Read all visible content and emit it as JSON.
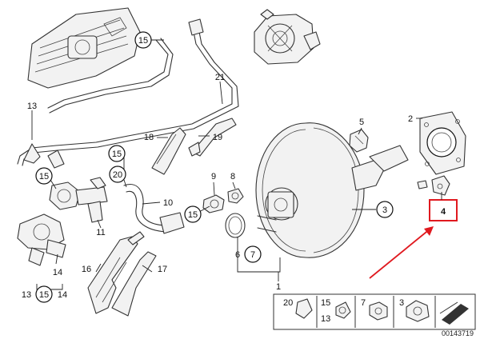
{
  "callouts": {
    "c1": "1",
    "c2": "2",
    "c3": "3",
    "c4": "4",
    "c5": "5",
    "c6": "6",
    "c7": "7",
    "c8": "8",
    "c9": "9",
    "c10": "10",
    "c11": "11",
    "c13a": "13",
    "c14": "14",
    "c15a": "15",
    "c15b": "15",
    "c15c": "15",
    "c15d": "15",
    "c16": "16",
    "c17": "17",
    "c18": "18",
    "c19": "19",
    "c20": "20",
    "c21": "21",
    "c13b": "13",
    "c14b": "14",
    "c15e": "15"
  },
  "legend": {
    "n20": "20",
    "n15": "15",
    "n13": "13",
    "n7": "7",
    "n3": "3"
  },
  "reference_code": "00143719",
  "colors": {
    "highlight": "#e0191f",
    "lines": "#333333"
  },
  "icons": {
    "arrow": "red-arrow-pointer",
    "nav": "next-page-arrow-icon"
  }
}
